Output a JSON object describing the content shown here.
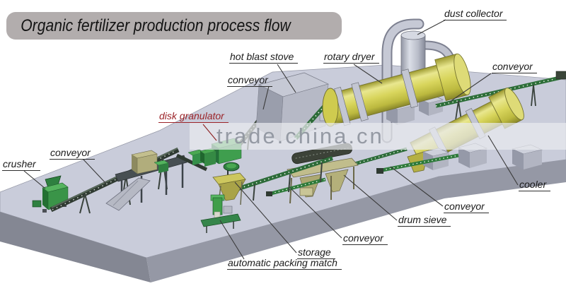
{
  "title": {
    "text": "Organic fertilizer production process flow"
  },
  "watermark": {
    "text": "trade.china.cn"
  },
  "labels": {
    "dust_collector": "dust collector",
    "hot_blast_stove": "hot blast stove",
    "conveyor_top": "conveyor",
    "rotary_dryer": "rotary dryer",
    "conveyor_right_top": "conveyor",
    "disk_granulator": "disk granulator",
    "crusher": "crusher",
    "conveyor_left": "conveyor",
    "cooler": "cooler",
    "conveyor_right_bottom": "conveyor",
    "drum_sieve": "drum sieve",
    "conveyor_bottom": "conveyor",
    "storage": "storage",
    "automatic_packing_match": "automatic packing match"
  },
  "colors": {
    "banner_bg": "#b2adad",
    "label_text": "#1a1a1a",
    "disk_granulator_label": "#9b2328",
    "machine_yellow": "#d6d253",
    "machine_green": "#3c9549",
    "equipment_gray": "#bfc2ce",
    "platform_top": "#c9ccda",
    "platform_side": "#848793",
    "watermark_text": "#8d939d"
  }
}
